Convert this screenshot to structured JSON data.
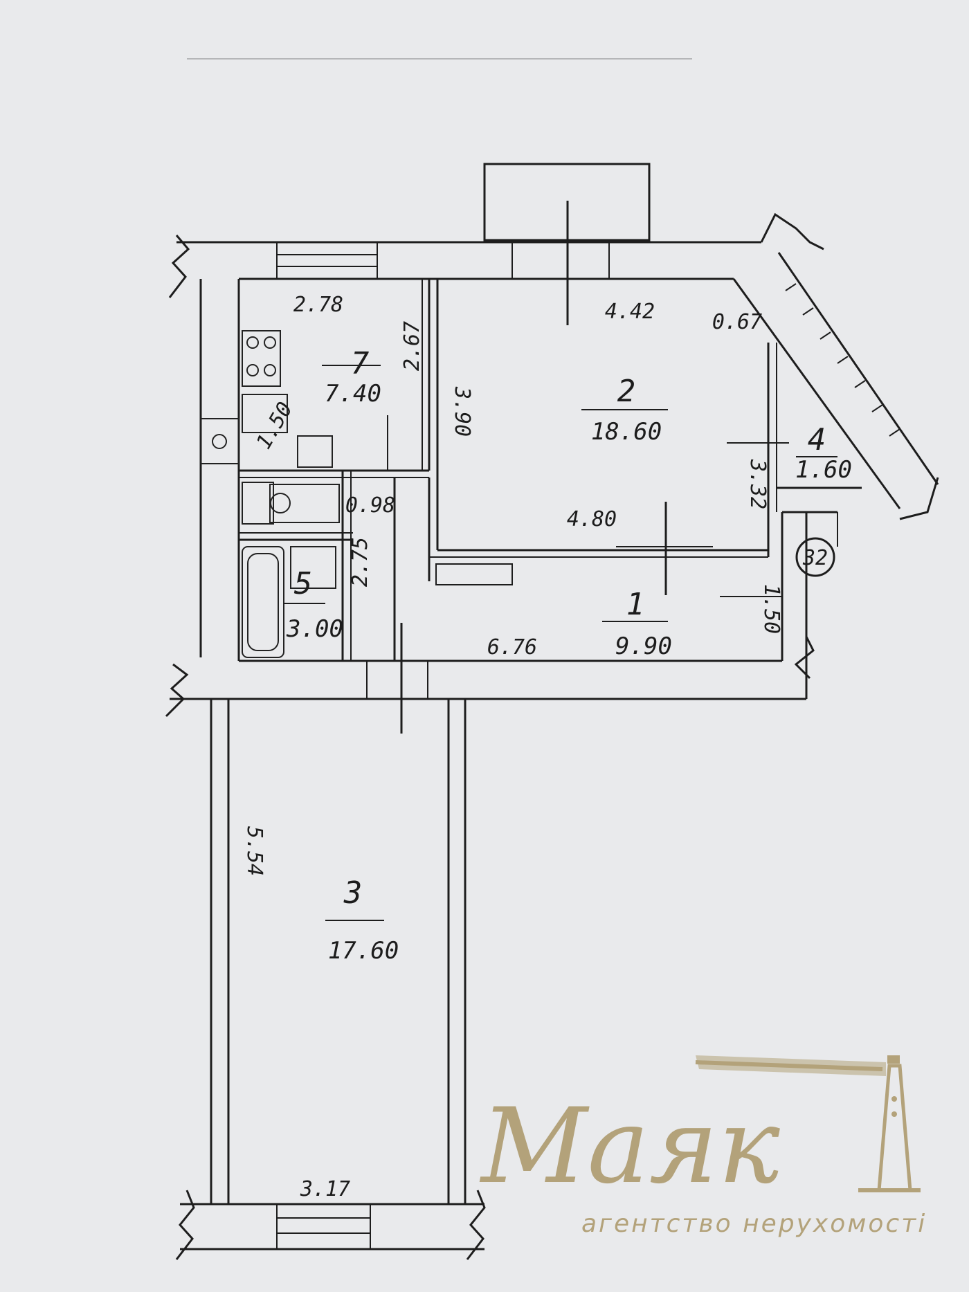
{
  "rooms": [
    {
      "number": "1",
      "area": "9.90"
    },
    {
      "number": "2",
      "area": "18.60"
    },
    {
      "number": "3",
      "area": "17.60"
    },
    {
      "number": "4",
      "area": "1.60"
    },
    {
      "number": "5",
      "area": "3.00"
    },
    {
      "number": "7",
      "area": "7.40"
    }
  ],
  "dimensions": {
    "kitchen_width": "2.78",
    "kitchen_depth": "2.67",
    "living_width_top": "4.42",
    "living_width_bottom": "4.80",
    "living_depth": "3.90",
    "living_right": "3.32",
    "corner": "0.67",
    "hall_length": "6.76",
    "hall_depth": "1.50",
    "bath_depth": "2.75",
    "wc_width": "0.98",
    "stove_depth": "1.50",
    "room3_depth": "5.54",
    "room3_width": "3.17"
  },
  "apartment_marker": "32",
  "logo": {
    "name": "Маяк",
    "tagline": "агентство нерухомості",
    "color": "#b3a27a"
  }
}
